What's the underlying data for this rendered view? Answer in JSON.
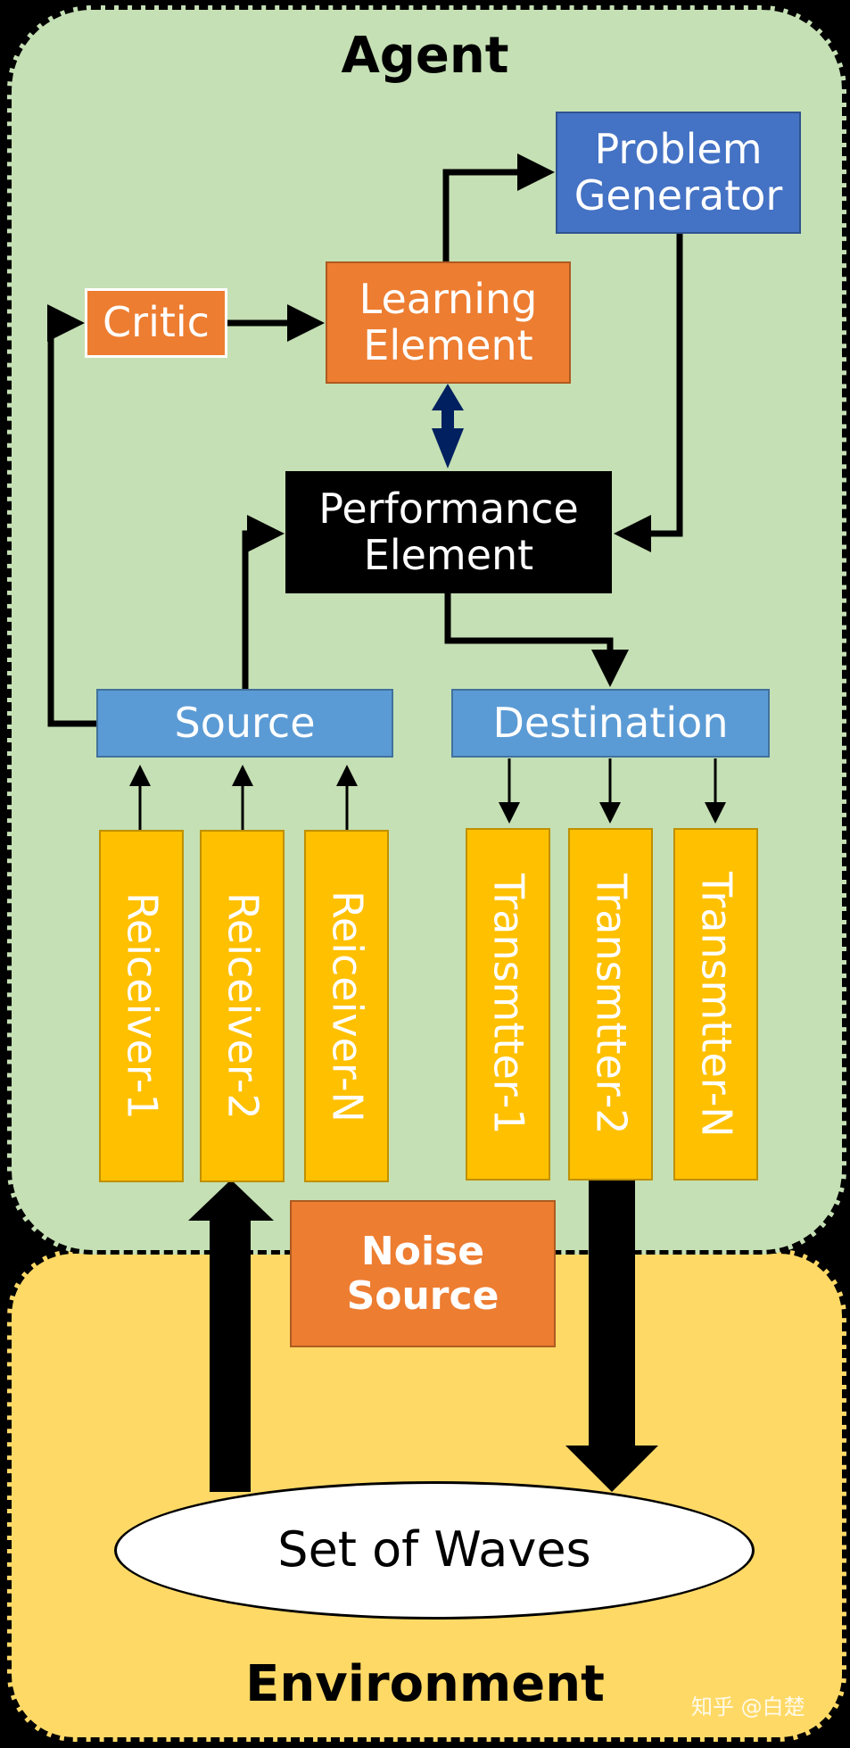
{
  "agent": {
    "title": "Agent"
  },
  "environment": {
    "title": "Environment"
  },
  "nodes": {
    "problem_generator": "Problem\nGenerator",
    "critic": "Critic",
    "learning_element": "Learning\nElement",
    "performance_element": "Performance\nElement",
    "source": "Source",
    "destination": "Destination",
    "noise_source": "Noise\nSource",
    "set_of_waves": "Set of Waves"
  },
  "receivers": [
    "Reiceiver-1",
    "Reiceiver-2",
    "Reiceiver-N"
  ],
  "transmitters": [
    "Transmtter-1",
    "Transmtter-2",
    "Transmtter-N"
  ],
  "watermark": "知乎 @白楚",
  "colors": {
    "agent_bg": "#c5e0b4",
    "environment_bg": "#ffd966",
    "orange": "#ed7d31",
    "dark_blue": "#4472c4",
    "light_blue": "#5b9bd5",
    "yellow": "#ffc000",
    "bidirectional_arrow": "#002060"
  }
}
